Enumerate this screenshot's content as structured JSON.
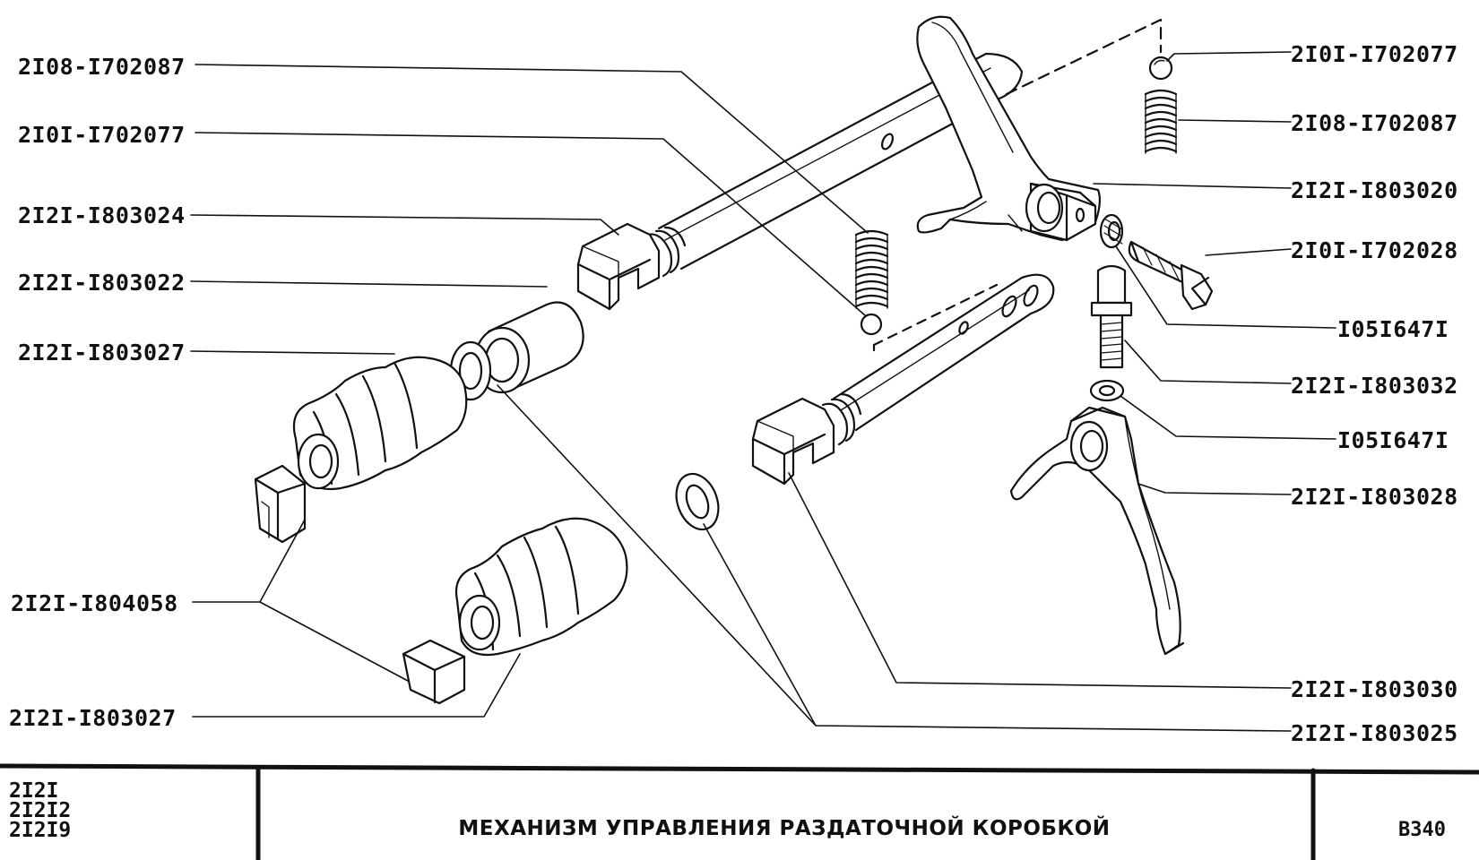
{
  "labels_left": [
    "2I08-I702087",
    "2I0I-I702077",
    "2I2I-I803024",
    "2I2I-I803022",
    "2I2I-I803027",
    "2I2I-I804058",
    "2I2I-I803027"
  ],
  "labels_right": [
    "2I0I-I702077",
    "2I08-I702087",
    "2I2I-I803020",
    "2I0I-I702028",
    "I05I647I",
    "2I2I-I803032",
    "I05I647I",
    "2I2I-I803028",
    "2I2I-I803030",
    "2I2I-I803025"
  ],
  "title_block": {
    "models": [
      "2I2I",
      "2I2I2",
      "2I2I9"
    ],
    "title": "МЕХАНИЗМ УПРАВЛЕНИЯ РАЗДАТОЧНОЙ КОРОБКОЙ",
    "code": "В340"
  }
}
